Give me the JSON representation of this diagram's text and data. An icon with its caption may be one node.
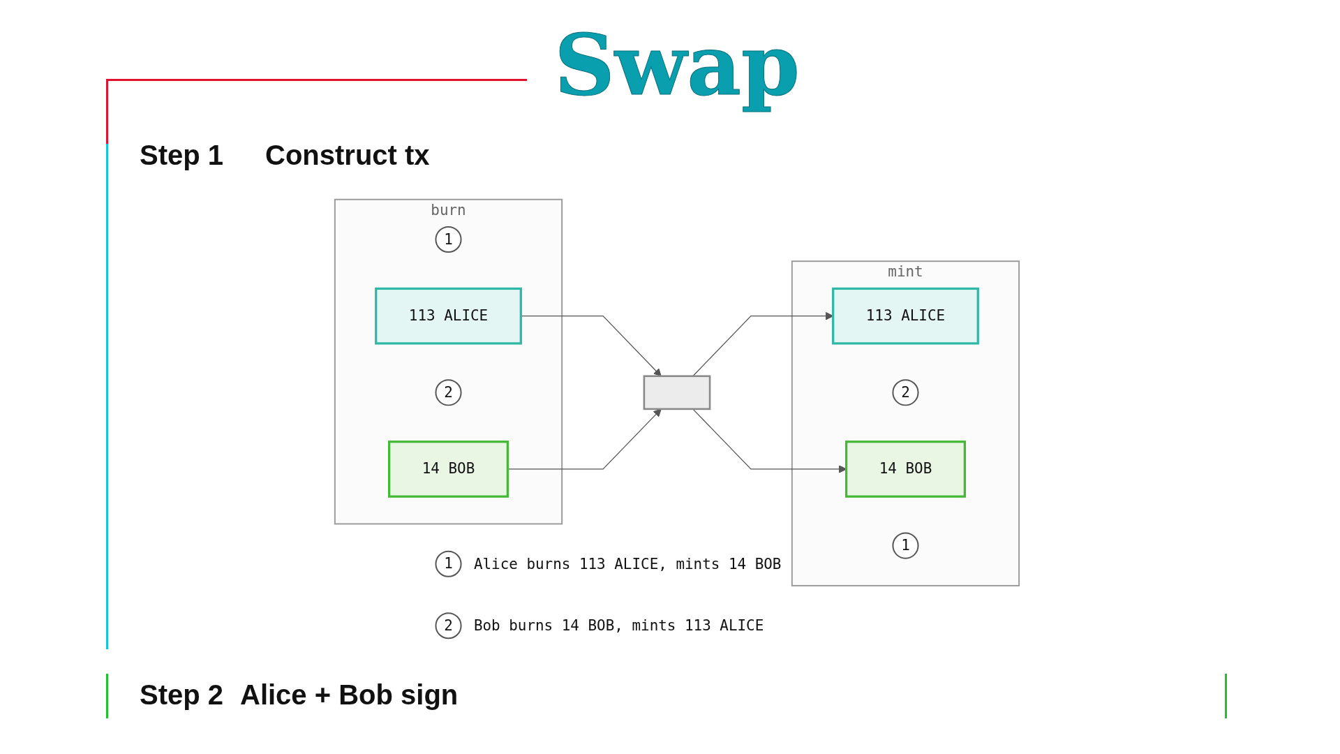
{
  "diagram": {
    "title": "Swap",
    "nodes": [
      {
        "text": [
          "burn"
        ]
      },
      {
        "text": [
          "1"
        ],
        "in": 0
      },
      {
        "text": [
          "113 ALICE"
        ],
        "in": 0
      },
      {
        "text": [
          "2"
        ],
        "in": 0
      },
      {
        "text": [
          "14 BOB"
        ],
        "in": 0
      },
      {
        "text": [],
        "shape": "box"
      },
      {
        "text": [
          "mint"
        ]
      },
      {
        "text": [
          "113 ALICE"
        ],
        "in": 6
      },
      {
        "text": [
          "2"
        ],
        "in": 6
      },
      {
        "text": [
          "14 BOB"
        ],
        "in": 6
      },
      {
        "text": [
          "1"
        ],
        "in": 6
      },
      {
        "text": [
          "1"
        ],
        "beside": [
          "Alice burns 113 ALICE, mints 14 BOB"
        ]
      },
      {
        "text": [
          "2"
        ],
        "beside": [
          "Bob burns 14 BOB, mints 113 ALICE"
        ]
      }
    ],
    "edges": [
      {
        "from": 2,
        "to": 5,
        "arrow": "to"
      },
      {
        "from": 4,
        "to": 5,
        "arrow": "to"
      },
      {
        "from": 5,
        "to": 7,
        "arrow": "to"
      },
      {
        "from": 5,
        "to": 9,
        "arrow": "to"
      }
    ],
    "labels": [
      "Step 1",
      "Construct tx",
      "Step 2",
      "Alice + Bob sign"
    ]
  }
}
